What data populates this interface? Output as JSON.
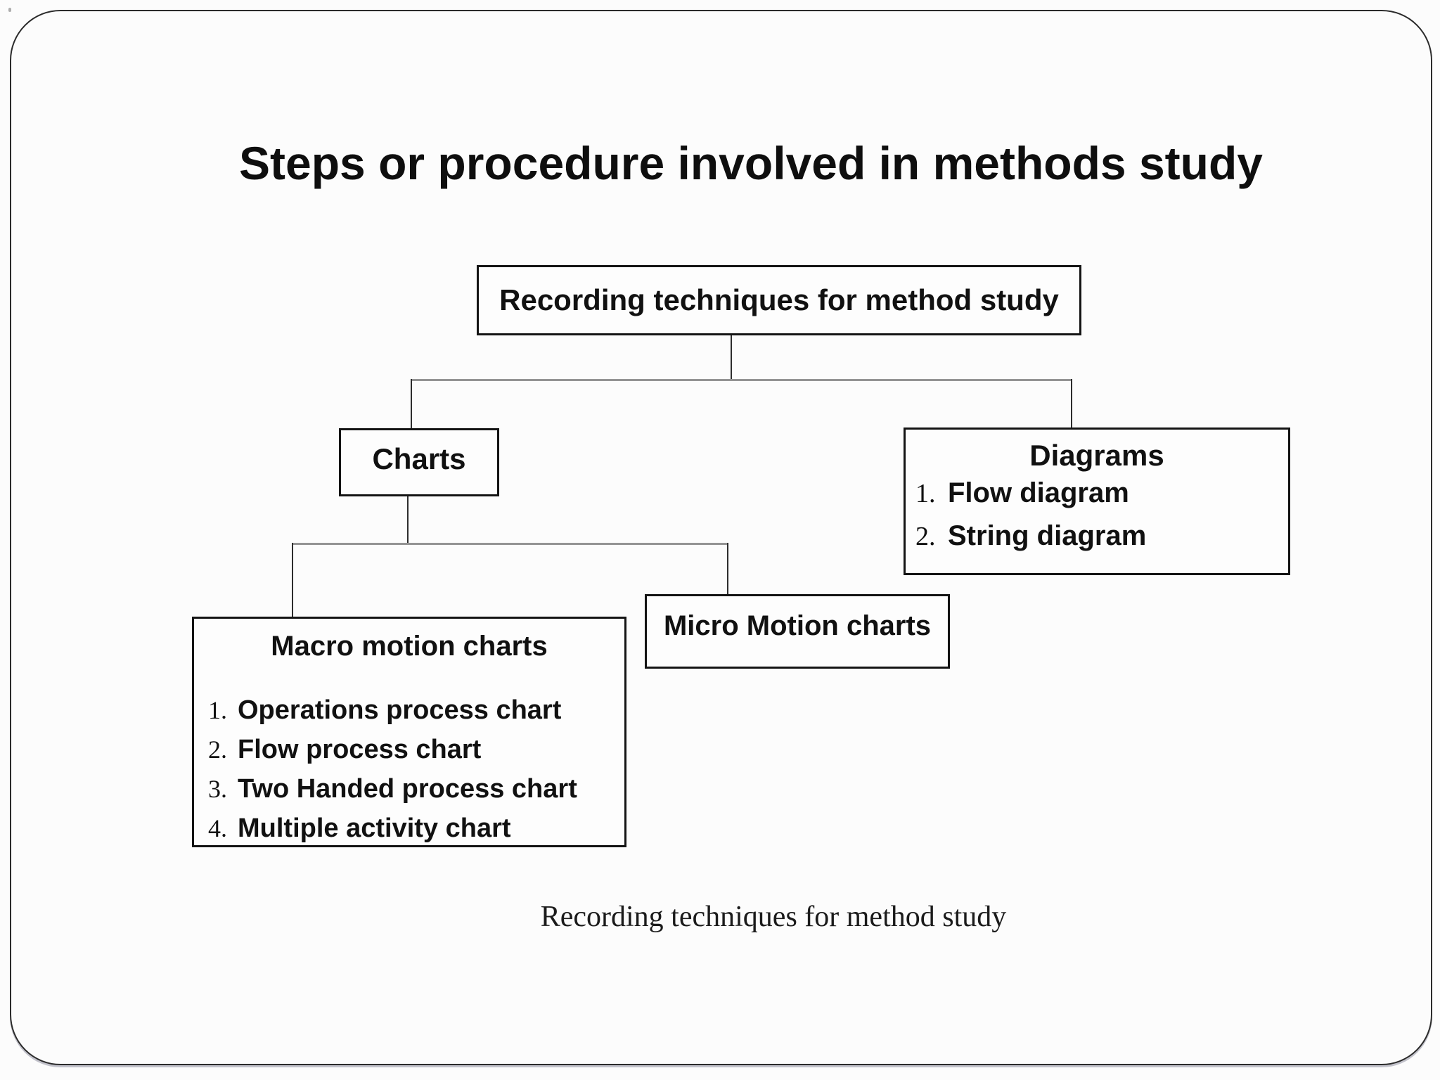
{
  "slide": {
    "title": "Steps or procedure involved in methods study",
    "caption": "Recording techniques for method study"
  },
  "tree": {
    "root": {
      "label": "Recording techniques for method study"
    },
    "charts": {
      "label": "Charts"
    },
    "diagrams": {
      "label": "Diagrams",
      "items": [
        {
          "num": "1.",
          "label": "Flow diagram"
        },
        {
          "num": "2.",
          "label": "String diagram"
        }
      ]
    },
    "macro": {
      "label": "Macro motion charts",
      "items": [
        {
          "num": "1.",
          "label": "Operations process chart"
        },
        {
          "num": "2.",
          "label": "Flow process chart"
        },
        {
          "num": "3.",
          "label": "Two Handed process chart"
        },
        {
          "num": "4.",
          "label": "Multiple activity chart"
        }
      ]
    },
    "micro": {
      "label": "Micro Motion charts"
    }
  },
  "colors": {
    "background": "#fcfcfc",
    "frame_border": "#2b2b2b",
    "box_border": "#141414",
    "text": "#111111",
    "connector_vertical": "#2d2d2d",
    "connector_horizontal": "#949494"
  }
}
